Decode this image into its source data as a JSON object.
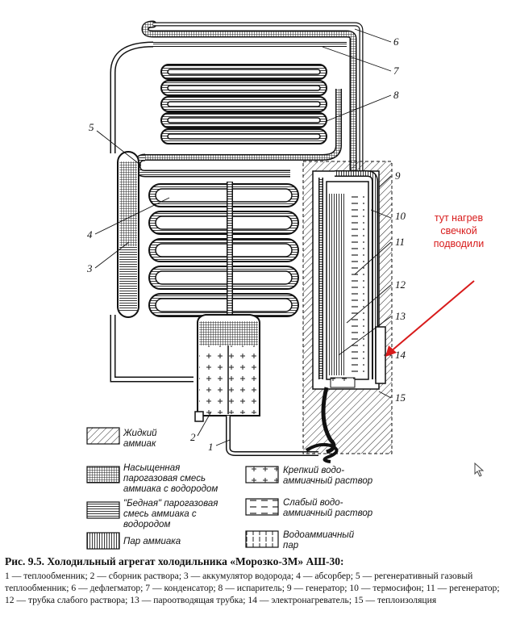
{
  "labels": {
    "n1": "1",
    "n2": "2",
    "n3": "3",
    "n4": "4",
    "n5": "5",
    "n6": "6",
    "n7": "7",
    "n8": "8",
    "n9": "9",
    "n10": "10",
    "n11": "11",
    "n12": "12",
    "n13": "13",
    "n14": "14",
    "n15": "15"
  },
  "legend": {
    "liquid_ammonia": [
      "Жидкий",
      "аммиак"
    ],
    "saturated_mix": [
      "Насыщенная",
      "парогазовая смесь",
      "аммиака с водородом"
    ],
    "poor_mix": [
      "\"Бедная\" парогазовая",
      "смесь аммиака с",
      "водородом"
    ],
    "ammonia_vapor": [
      "Пар аммиака"
    ],
    "strong_solution": [
      "Крепкий водо-",
      "аммиачный раствор"
    ],
    "weak_solution": [
      "Слабый водо-",
      "аммиачный раствор"
    ],
    "water_ammonia_vapor": [
      "Водоаммиачный",
      "пар"
    ]
  },
  "annotation": {
    "lines": [
      "тут нагрев",
      "свечкой",
      "подводили"
    ],
    "color": "#d81b1b"
  },
  "caption": {
    "title": "Рис. 9.5. Холодильный агрегат холодильника «Морозко-3М» АШ-30:",
    "body": "1 — теплообменник; 2 — сборник раствора; 3 — аккумулятор водорода; 4 — абсорбер; 5 — регенеративный газовый теплообменник; 6 — дефлегматор; 7 — конденсатор; 8 — испаритель; 9 — генератор; 10 — термосифон; 11 — регенератор; 12 — трубка слабого раствора; 13 — паро­отводящая трубка; 14 — электронагреватель; 15 — теплоизоляция"
  }
}
